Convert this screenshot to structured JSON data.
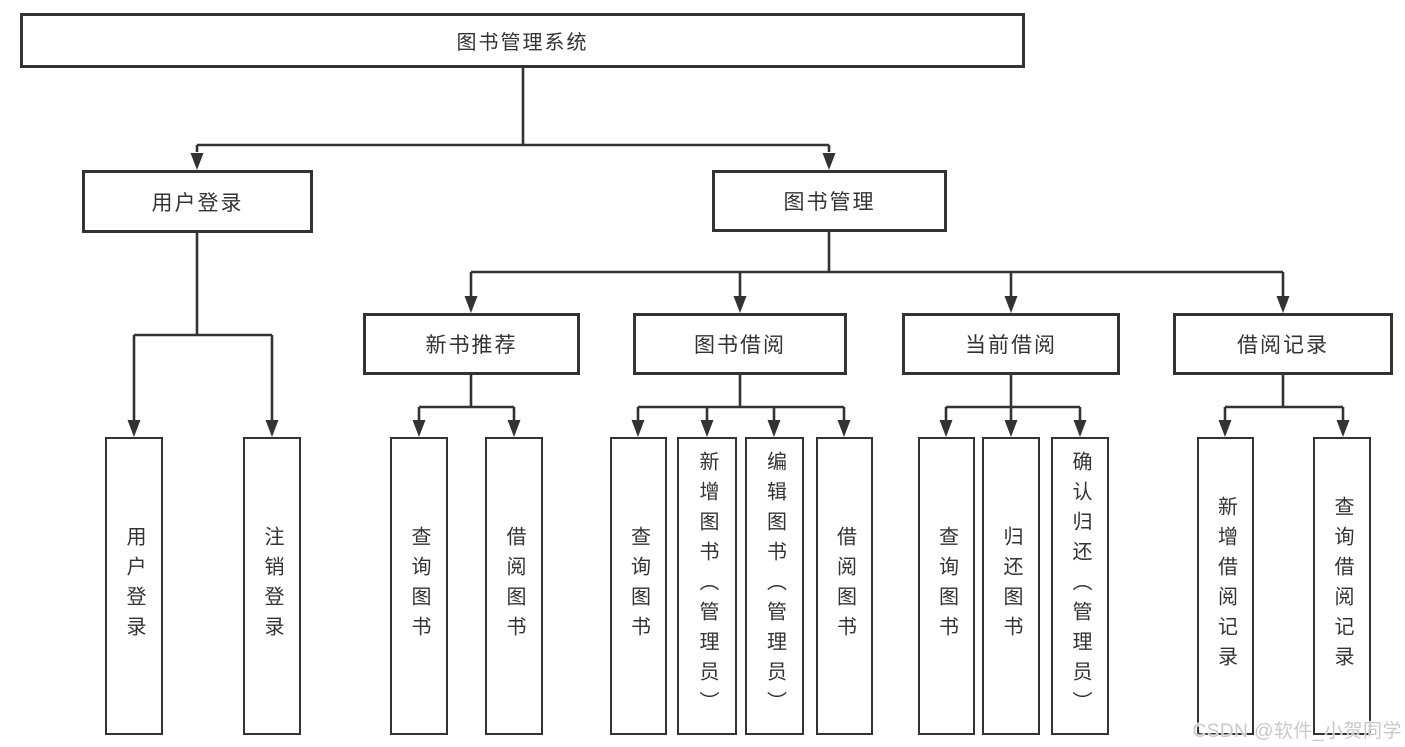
{
  "tree": {
    "root": {
      "label": "图书管理系统",
      "children": [
        {
          "label": "用户登录",
          "children": [
            {
              "label": "用户登录"
            },
            {
              "label": "注销登录"
            }
          ]
        },
        {
          "label": "图书管理",
          "children": [
            {
              "label": "新书推荐",
              "children": [
                {
                  "label": "查询图书"
                },
                {
                  "label": "借阅图书"
                }
              ]
            },
            {
              "label": "图书借阅",
              "children": [
                {
                  "label": "查询图书"
                },
                {
                  "label": "新增图书（管理员）"
                },
                {
                  "label": "编辑图书（管理员）"
                },
                {
                  "label": "借阅图书"
                }
              ]
            },
            {
              "label": "当前借阅",
              "children": [
                {
                  "label": "查询图书"
                },
                {
                  "label": "归还图书"
                },
                {
                  "label": "确认归还（管理员）"
                }
              ]
            },
            {
              "label": "借阅记录",
              "children": [
                {
                  "label": "新增借阅记录"
                },
                {
                  "label": "查询借阅记录"
                }
              ]
            }
          ]
        }
      ]
    }
  },
  "watermark": {
    "text": "CSDN @软件_小贺同学"
  },
  "colors": {
    "line": "#333333",
    "box_border": "#333333",
    "text": "#333333",
    "background": "#ffffff",
    "watermark": "#c9c9c9"
  }
}
